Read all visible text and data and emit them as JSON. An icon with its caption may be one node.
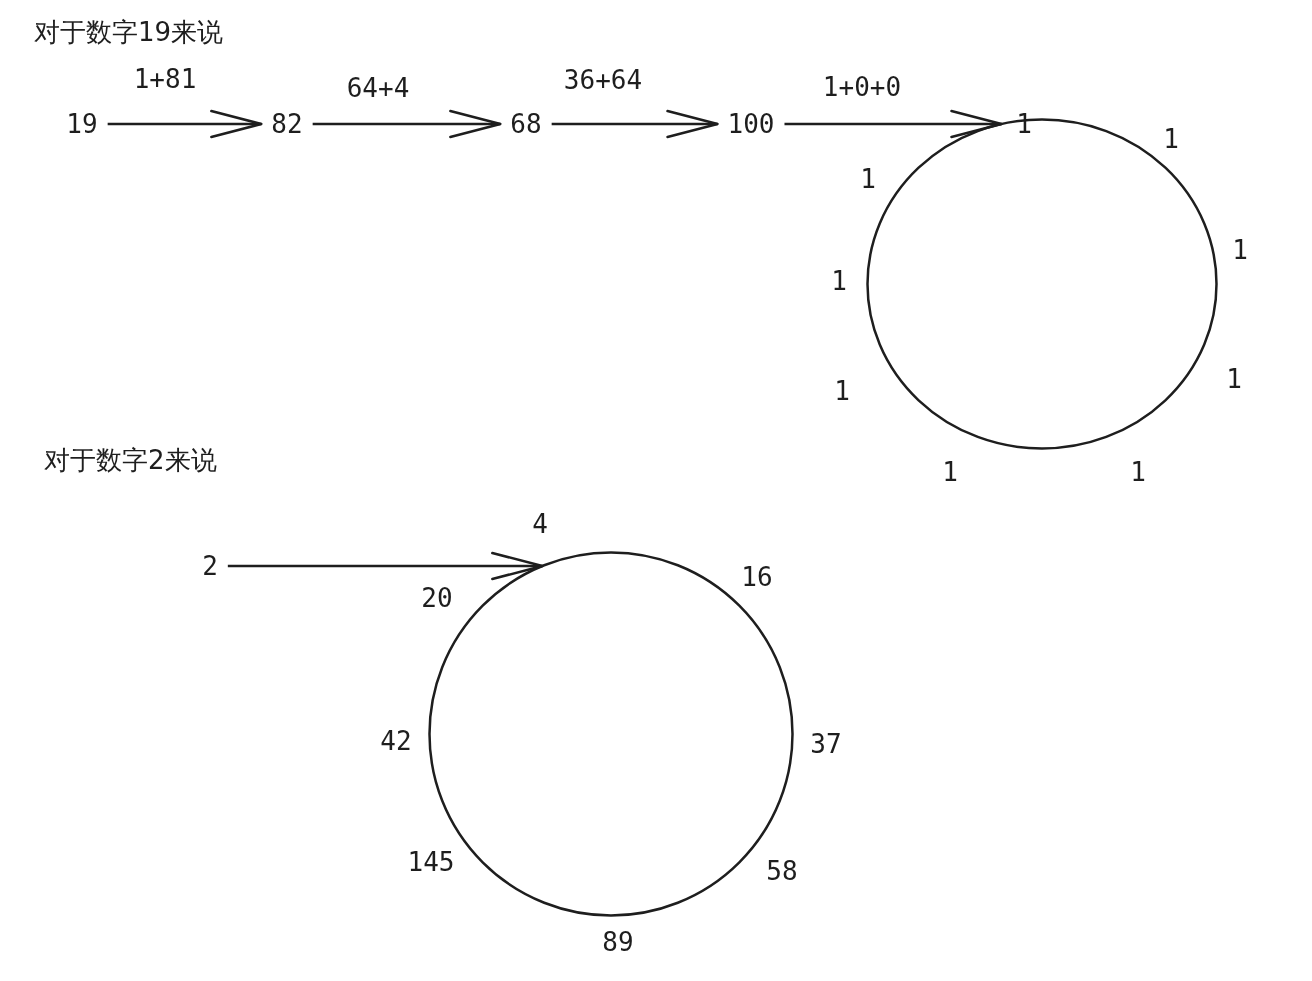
{
  "diagram": {
    "nodes": [
      {
        "text": [
          "19"
        ]
      },
      {
        "text": [
          "82"
        ]
      },
      {
        "text": [
          "68"
        ]
      },
      {
        "text": [
          "100"
        ]
      },
      {
        "text": [],
        "shape": "circle"
      },
      {
        "text": [
          "2"
        ]
      },
      {
        "text": [],
        "shape": "circle"
      }
    ],
    "edges": [
      {
        "from": 0,
        "to": 1,
        "arrow": "to",
        "label": "1+81"
      },
      {
        "from": 1,
        "to": 2,
        "arrow": "to",
        "label": "64+4"
      },
      {
        "from": 2,
        "to": 3,
        "arrow": "to",
        "label": "36+64"
      },
      {
        "from": 3,
        "to": 4,
        "arrow": "to",
        "label": "1+0+0"
      },
      {
        "from": 5,
        "to": 6,
        "arrow": "to"
      }
    ],
    "labels": [
      "对于数字19来说",
      "1",
      "1",
      "1",
      "1",
      "1",
      "1",
      "1",
      "1",
      "1",
      "对于数字2来说",
      "4",
      "16",
      "20",
      "42",
      "37",
      "145",
      "58",
      "89"
    ]
  }
}
